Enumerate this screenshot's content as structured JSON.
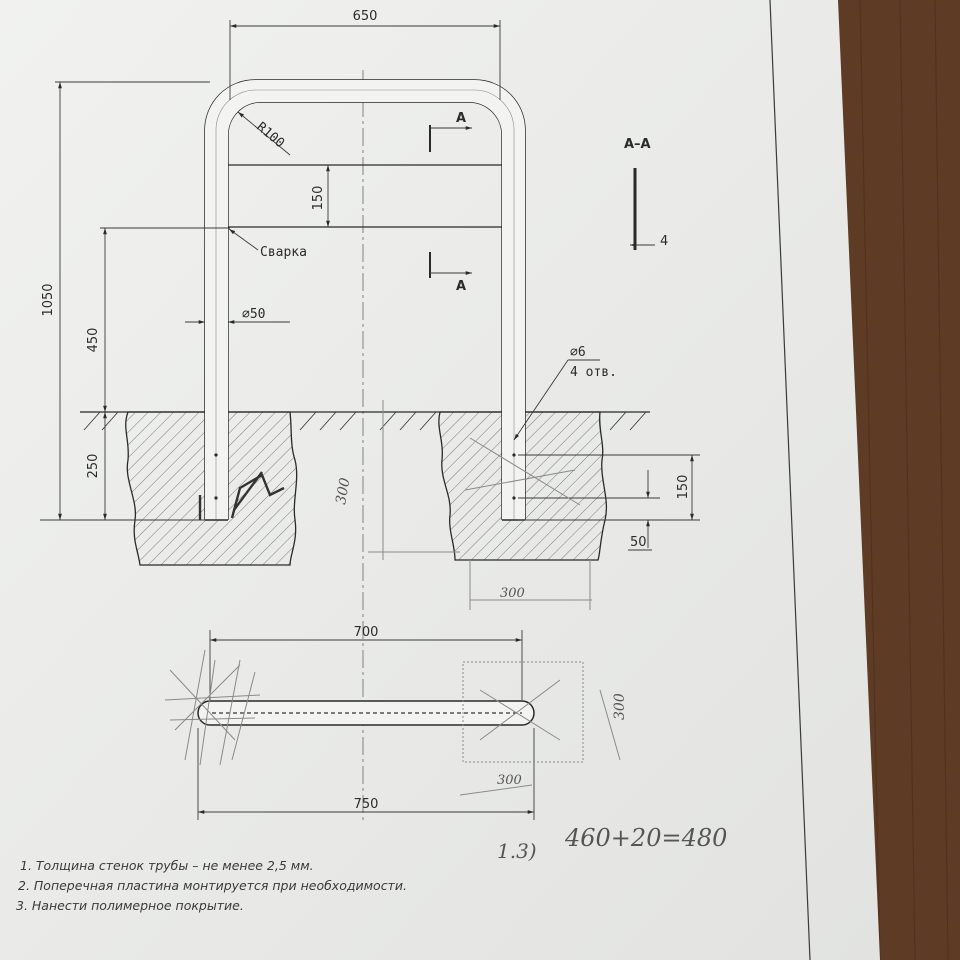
{
  "dims": {
    "width_top": "650",
    "radius": "R100",
    "crossbar_gap": "150",
    "height_total": "1050",
    "crossbar_height": "450",
    "pipe_diameter": "⌀50",
    "embed_depth": "250",
    "hole_diameter": "⌀6",
    "hole_count": "4 отв.",
    "hole_spacing": "150",
    "hole_bottom": "50",
    "plan_inner": "700",
    "plan_outer": "750",
    "section_thickness": "4"
  },
  "labels": {
    "section_marker_top": "A",
    "section_marker_bottom": "A",
    "section_title": "A–A",
    "weld": "Сварка"
  },
  "handwritten": {
    "footing_depth": "300",
    "footing_width": "300",
    "plan_footing_width": "300",
    "plan_footing_depth": "300",
    "calc_number": "1.3)",
    "calc": "460+20=480"
  },
  "notes": [
    "1. Толщина стенок трубы – не менее 2,5 мм.",
    "2. Поперечная пластина монтируется при необходимости.",
    "3. Нанести полимерное покрытие."
  ],
  "colors": {
    "paper": "#eeefed",
    "background": "#5a3a24",
    "ink": "#2a2a2a",
    "pencil": "#8a8a8a"
  }
}
